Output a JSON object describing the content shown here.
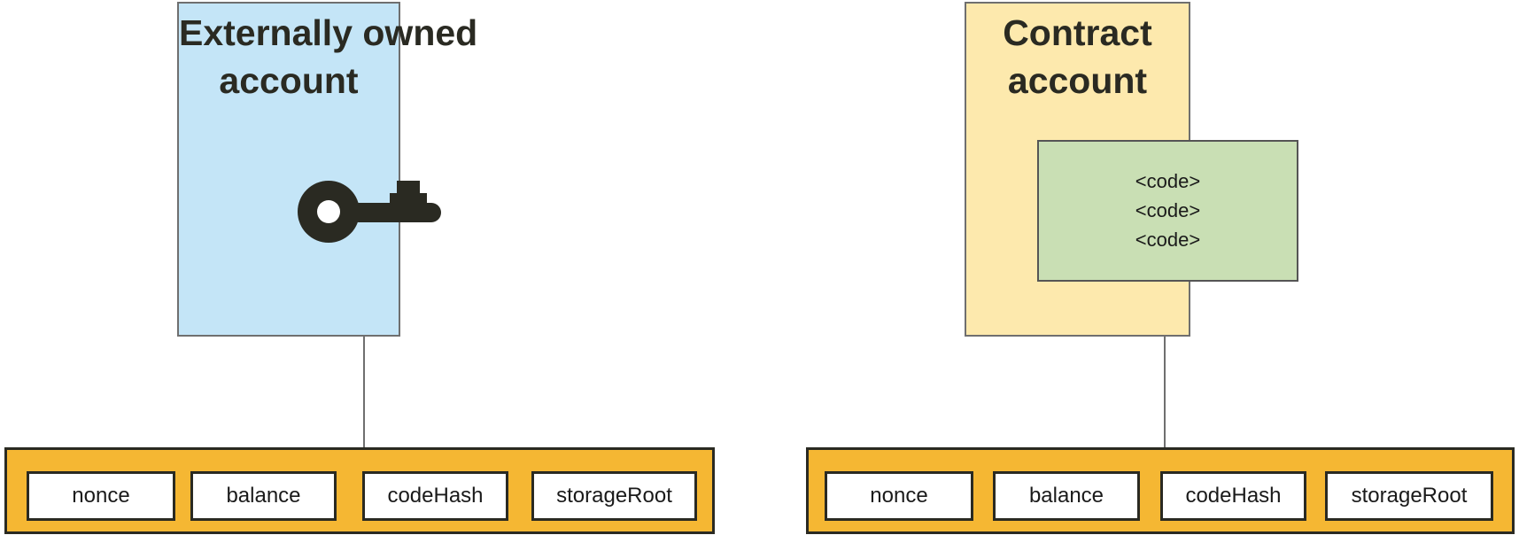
{
  "eoa": {
    "title_line1": "Externally owned",
    "title_line2": "account",
    "icon": "key-icon",
    "fields": [
      "nonce",
      "balance",
      "codeHash",
      "storageRoot"
    ]
  },
  "contract": {
    "title_line1": "Contract",
    "title_line2": "account",
    "code_lines": [
      "<code>",
      "<code>",
      "<code>"
    ],
    "fields": [
      "nonce",
      "balance",
      "codeHash",
      "storageRoot"
    ]
  },
  "colors": {
    "eoa_fill": "#c4e5f7",
    "contract_fill": "#fde9ad",
    "code_fill": "#c9dfb4",
    "field_bar_fill": "#f5b733",
    "key_color": "#2a2a22"
  }
}
